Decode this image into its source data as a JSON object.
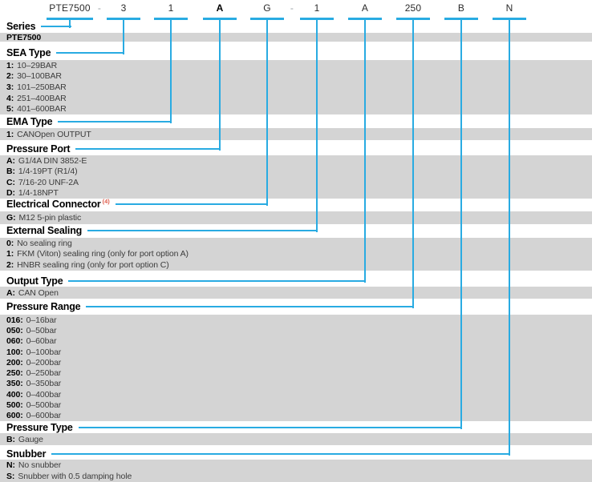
{
  "colors": {
    "accent": "#29abe2",
    "block_bg": "#d4d4d4",
    "footnote": "#e0604f"
  },
  "code_row": {
    "segments": [
      {
        "label": "PTE7500",
        "bold": false
      },
      {
        "label": "-",
        "bold": false
      },
      {
        "label": "3",
        "bold": false
      },
      {
        "label": "1",
        "bold": false
      },
      {
        "label": "A",
        "bold": true
      },
      {
        "label": "G",
        "bold": false
      },
      {
        "label": "-",
        "bold": false
      },
      {
        "label": "1",
        "bold": false
      },
      {
        "label": "A",
        "bold": false
      },
      {
        "label": "250",
        "bold": false
      },
      {
        "label": "B",
        "bold": false
      },
      {
        "label": "N",
        "bold": false
      }
    ]
  },
  "sections": [
    {
      "title": "Series",
      "options": [
        {
          "key": "PTE7500",
          "desc": ""
        }
      ]
    },
    {
      "title": "SEA Type",
      "options": [
        {
          "key": "1",
          "desc": "10–29BAR"
        },
        {
          "key": "2",
          "desc": "30–100BAR"
        },
        {
          "key": "3",
          "desc": "101–250BAR"
        },
        {
          "key": "4",
          "desc": "251–400BAR"
        },
        {
          "key": "5",
          "desc": "401–600BAR"
        }
      ]
    },
    {
      "title": "EMA Type",
      "options": [
        {
          "key": "1",
          "desc": "CANOpen OUTPUT"
        }
      ]
    },
    {
      "title": "Pressure Port",
      "options": [
        {
          "key": "A",
          "desc": "G1/4A DIN 3852-E"
        },
        {
          "key": "B",
          "desc": "1/4-19PT (R1/4)"
        },
        {
          "key": "C",
          "desc": "7/16-20 UNF-2A"
        },
        {
          "key": "D",
          "desc": "1/4-18NPT"
        }
      ]
    },
    {
      "title": "Electrical Connector",
      "footnote": "(4)",
      "options": [
        {
          "key": "G",
          "desc": "M12 5-pin plastic"
        }
      ]
    },
    {
      "title": "External Sealing",
      "options": [
        {
          "key": "0",
          "desc": "No sealing ring"
        },
        {
          "key": "1",
          "desc": "FKM (Viton) sealing ring (only for port option A)"
        },
        {
          "key": "2",
          "desc": "HNBR sealing ring (only for port option C)"
        }
      ]
    },
    {
      "title": "Output Type",
      "options": [
        {
          "key": "A",
          "desc": "CAN Open"
        }
      ]
    },
    {
      "title": "Pressure Range",
      "options": [
        {
          "key": "016",
          "desc": "0–16bar"
        },
        {
          "key": "050",
          "desc": "0–50bar"
        },
        {
          "key": "060",
          "desc": "0–60bar"
        },
        {
          "key": "100",
          "desc": "0–100bar"
        },
        {
          "key": "200",
          "desc": "0–200bar"
        },
        {
          "key": "250",
          "desc": "0–250bar"
        },
        {
          "key": "350",
          "desc": "0–350bar"
        },
        {
          "key": "400",
          "desc": "0–400bar"
        },
        {
          "key": "500",
          "desc": "0–500bar"
        },
        {
          "key": "600",
          "desc": "0–600bar"
        }
      ]
    },
    {
      "title": "Pressure Type",
      "options": [
        {
          "key": "B",
          "desc": "Gauge"
        }
      ]
    },
    {
      "title": "Snubber",
      "options": [
        {
          "key": "N",
          "desc": "No snubber"
        },
        {
          "key": "S",
          "desc": "Snubber with 0.5 damping hole"
        }
      ]
    }
  ]
}
